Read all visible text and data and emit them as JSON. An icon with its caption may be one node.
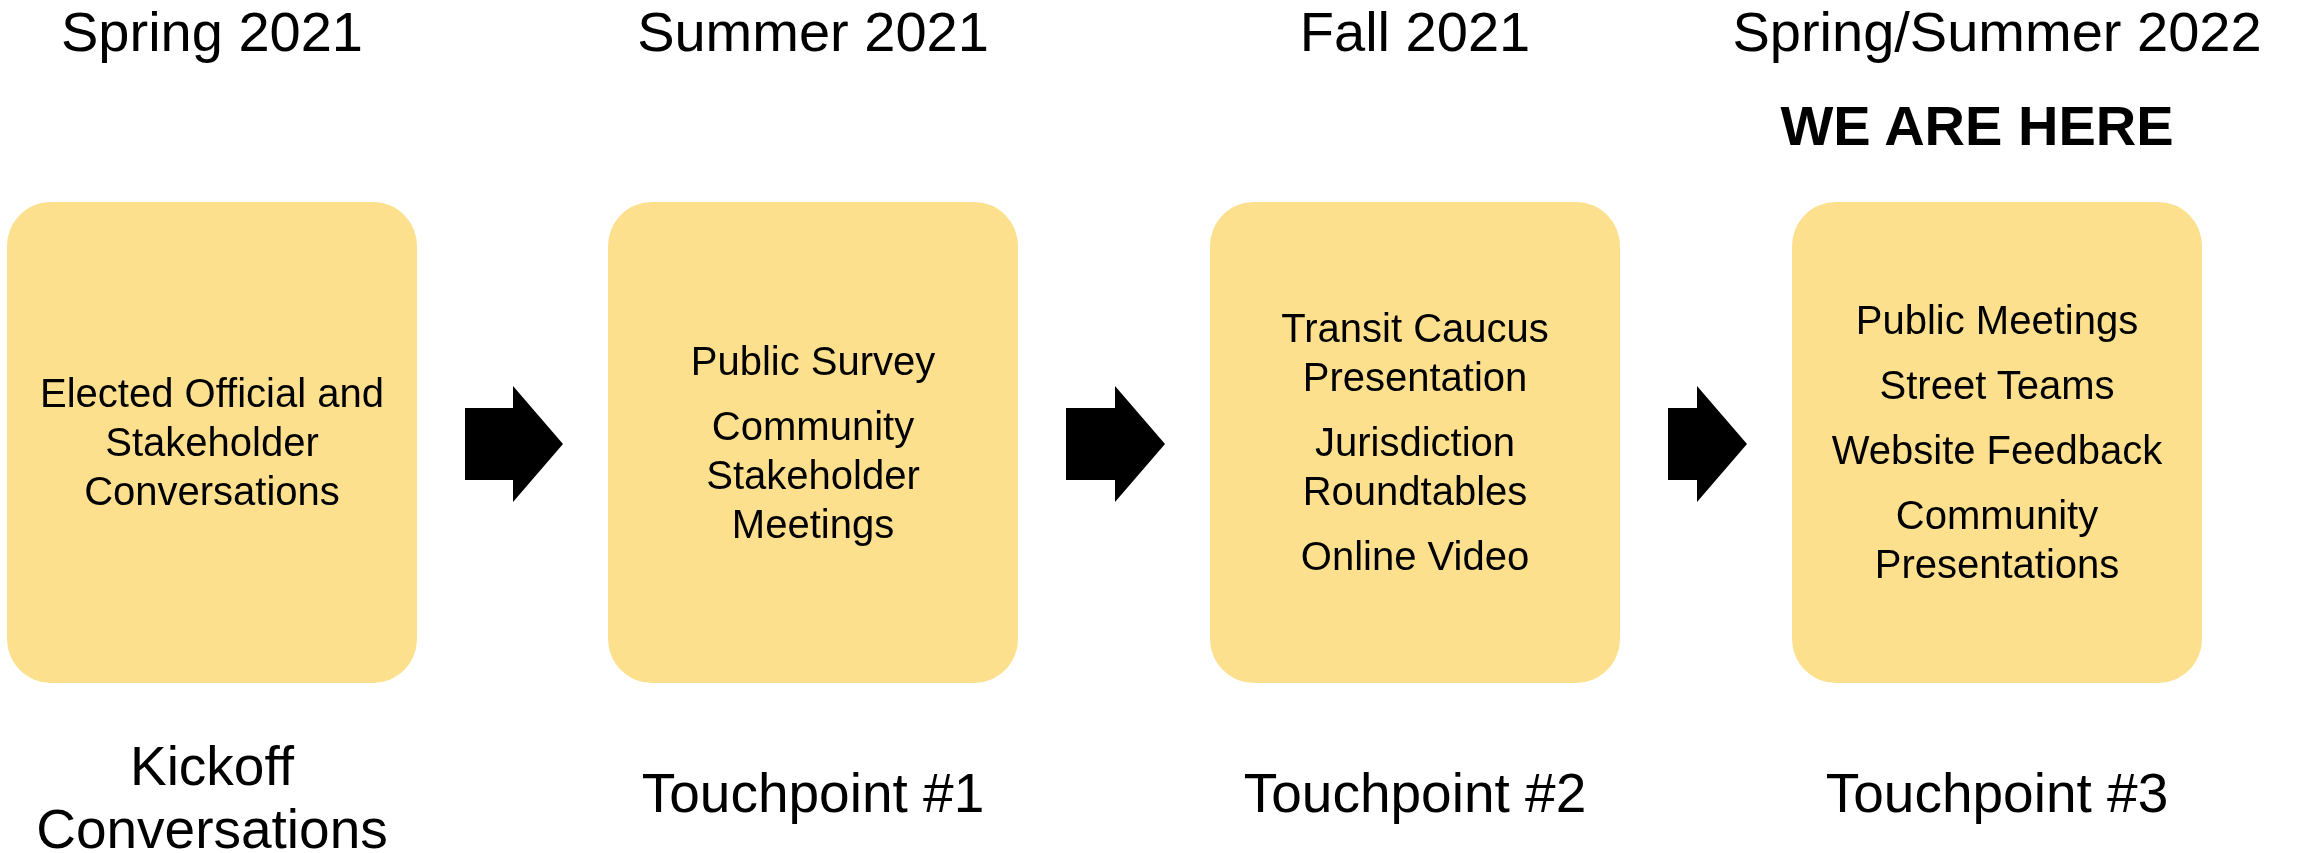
{
  "diagram": {
    "nodes": [
      {
        "text": [
          "Spring 2021",
          "Elected Official and Stakeholder Conversations"
        ],
        "beside": [
          "Kickoff Conversations"
        ]
      },
      {
        "text": [
          "Summer 2021",
          "Public Survey",
          "Community Stakeholder Meetings"
        ],
        "beside": [
          "Touchpoint #1"
        ]
      },
      {
        "text": [
          "Fall 2021",
          "Transit Caucus Presentation",
          "Jurisdiction Roundtables",
          "Online Video"
        ],
        "beside": [
          "Touchpoint #2"
        ]
      },
      {
        "text": [
          "Spring/Summer 2022",
          "Public Meetings",
          "Street Teams",
          "Website Feedback",
          "Community Presentations"
        ],
        "beside": [
          "Touchpoint #3"
        ]
      }
    ],
    "edges": [
      {
        "from": 0,
        "to": 1,
        "arrow": "to"
      },
      {
        "from": 1,
        "to": 2,
        "arrow": "to"
      },
      {
        "from": 2,
        "to": 3,
        "arrow": "to"
      }
    ],
    "labels": [
      "WE ARE HERE"
    ]
  }
}
